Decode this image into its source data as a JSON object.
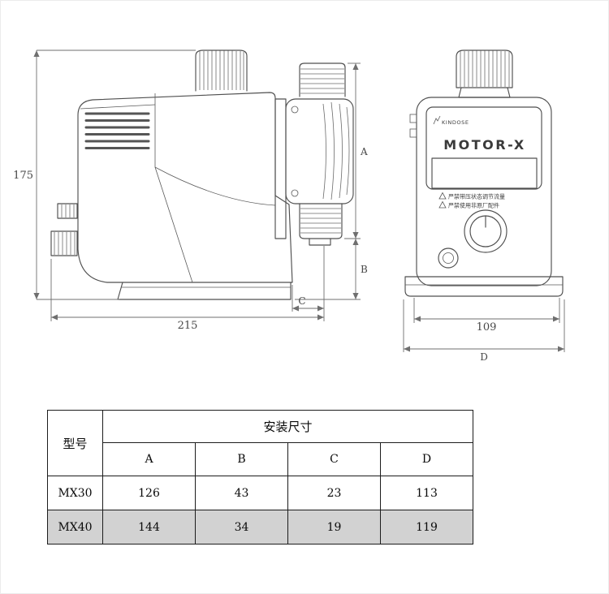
{
  "drawing": {
    "side_view": {
      "height": "175",
      "length": "215",
      "dim_a": "A",
      "dim_b": "B",
      "dim_c": "C"
    },
    "front_view": {
      "brand": "KINDOSE",
      "model": "MOTOR-X",
      "warnings": [
        "严禁带压状态调节流量",
        "严禁使用非原厂配件"
      ],
      "width": "109",
      "dim_d": "D"
    }
  },
  "table": {
    "title": "安装尺寸",
    "model_header": "型号",
    "columns": [
      "A",
      "B",
      "C",
      "D"
    ],
    "rows": [
      {
        "model": "MX30",
        "a": "126",
        "b": "43",
        "c": "23",
        "d": "113"
      },
      {
        "model": "MX40",
        "a": "144",
        "b": "34",
        "c": "19",
        "d": "119"
      }
    ]
  }
}
